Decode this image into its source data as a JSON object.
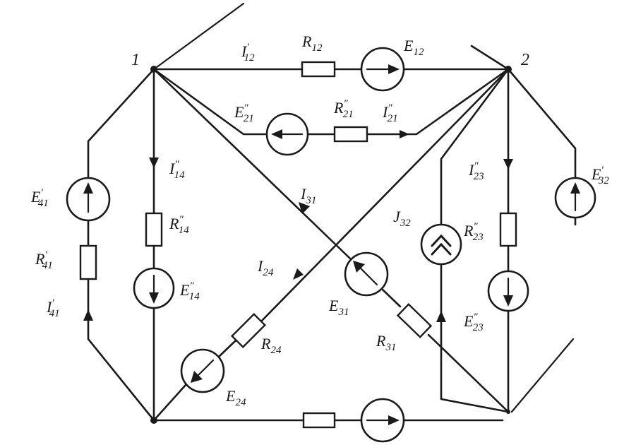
{
  "nodes": {
    "n1": "1",
    "n2": "2"
  },
  "labels": {
    "I12p": {
      "base": "I",
      "mark": "′",
      "sub": "12"
    },
    "R12": {
      "base": "R",
      "mark": "",
      "sub": "12"
    },
    "E12": {
      "base": "E",
      "mark": "",
      "sub": "12"
    },
    "E21pp": {
      "base": "E",
      "mark": "″",
      "sub": "21"
    },
    "R21pp": {
      "base": "R",
      "mark": "″",
      "sub": "21"
    },
    "I21pp": {
      "base": "I",
      "mark": "″",
      "sub": "21"
    },
    "I14pp": {
      "base": "I",
      "mark": "″",
      "sub": "14"
    },
    "R14pp": {
      "base": "R",
      "mark": "″",
      "sub": "14"
    },
    "E14pp": {
      "base": "E",
      "mark": "″",
      "sub": "14"
    },
    "E41p": {
      "base": "E",
      "mark": "′",
      "sub": "41"
    },
    "R41p": {
      "base": "R",
      "mark": "′",
      "sub": "41"
    },
    "I41p": {
      "base": "I",
      "mark": "′",
      "sub": "41"
    },
    "I31": {
      "base": "I",
      "mark": "",
      "sub": "31"
    },
    "I24": {
      "base": "I",
      "mark": "",
      "sub": "24"
    },
    "E31": {
      "base": "E",
      "mark": "",
      "sub": "31"
    },
    "R31": {
      "base": "R",
      "mark": "",
      "sub": "31"
    },
    "R24": {
      "base": "R",
      "mark": "",
      "sub": "24"
    },
    "E24": {
      "base": "E",
      "mark": "",
      "sub": "24"
    },
    "J32": {
      "base": "J",
      "mark": "",
      "sub": "32"
    },
    "I23pp": {
      "base": "I",
      "mark": "″",
      "sub": "23"
    },
    "R23pp": {
      "base": "R",
      "mark": "″",
      "sub": "23"
    },
    "E23pp": {
      "base": "E",
      "mark": "″",
      "sub": "23"
    },
    "E32p": {
      "base": "E",
      "mark": "′",
      "sub": "32"
    }
  }
}
